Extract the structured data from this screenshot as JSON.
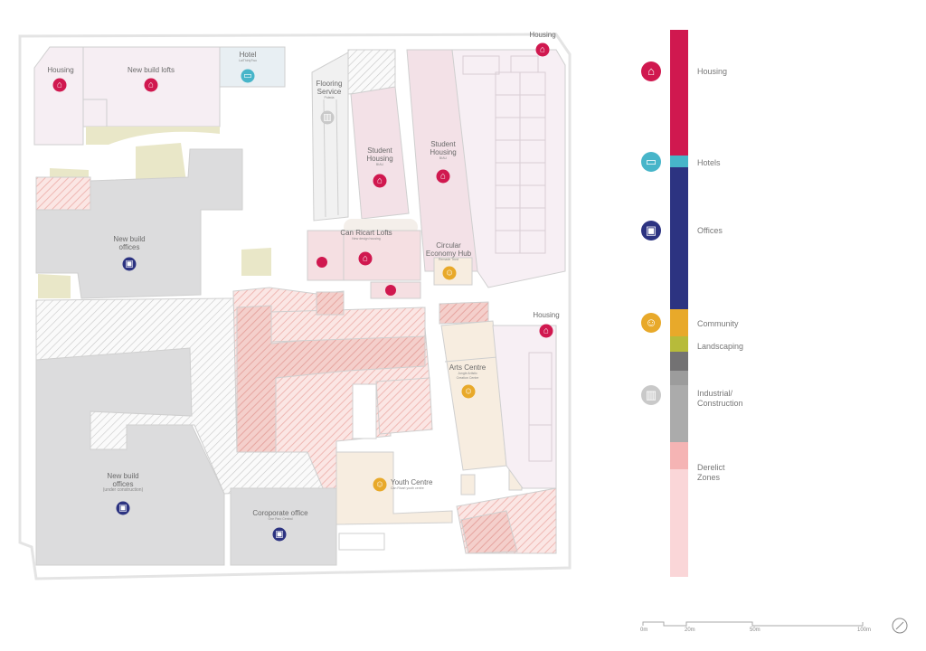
{
  "map": {
    "labels": {
      "housing_tl": "Housing",
      "new_build_lofts": "New build lofts",
      "hotel": "Hotel",
      "hotel_sub": "LaiThirtyTwo",
      "housing_tr": "Housing",
      "flooring": "Flooring Service",
      "flooring_sub": "Poleda",
      "student1": "Student Housing",
      "student1_sub": "BIAU",
      "student2": "Student Housing",
      "student2_sub": "BIAU",
      "new_build_offices": "New build offices",
      "can_ricart": "Can Ricart Lofts",
      "can_ricart_sub": "New design housing",
      "circular": "Circular Economy Hub",
      "circular_sub": "Remade Trust",
      "housing_r": "Housing",
      "arts": "Arts Centre",
      "arts_sub": "Jungle Artistic Creation Centre",
      "youth": "Youth Centre",
      "youth_sub": "Can Ricart youth centre",
      "offices_uc": "New build offices",
      "offices_uc_sub": "(under construction)",
      "corporate": "Coroporate office",
      "corporate_sub": "One Parc Central"
    }
  },
  "legend": [
    {
      "label": "Housing",
      "icon": "house-icon",
      "color": "#d0184f"
    },
    {
      "label": "Hotels",
      "icon": "bed-icon",
      "color": "#47b5c9"
    },
    {
      "label": "Offices",
      "icon": "briefcase-icon",
      "color": "#2c3381"
    },
    {
      "label": "Community",
      "icon": "people-icon",
      "color": "#e8a92a"
    },
    {
      "label": "Landscaping",
      "color": "#b7bb3a"
    },
    {
      "label": "Industrial/ Construction",
      "icon": "factory-icon",
      "color": "#a9a9a9"
    },
    {
      "label": "Derelict Zones",
      "color": "#f7b4b4"
    }
  ],
  "scale": {
    "ticks": [
      "0m",
      "20m",
      "50m",
      "100m"
    ]
  }
}
